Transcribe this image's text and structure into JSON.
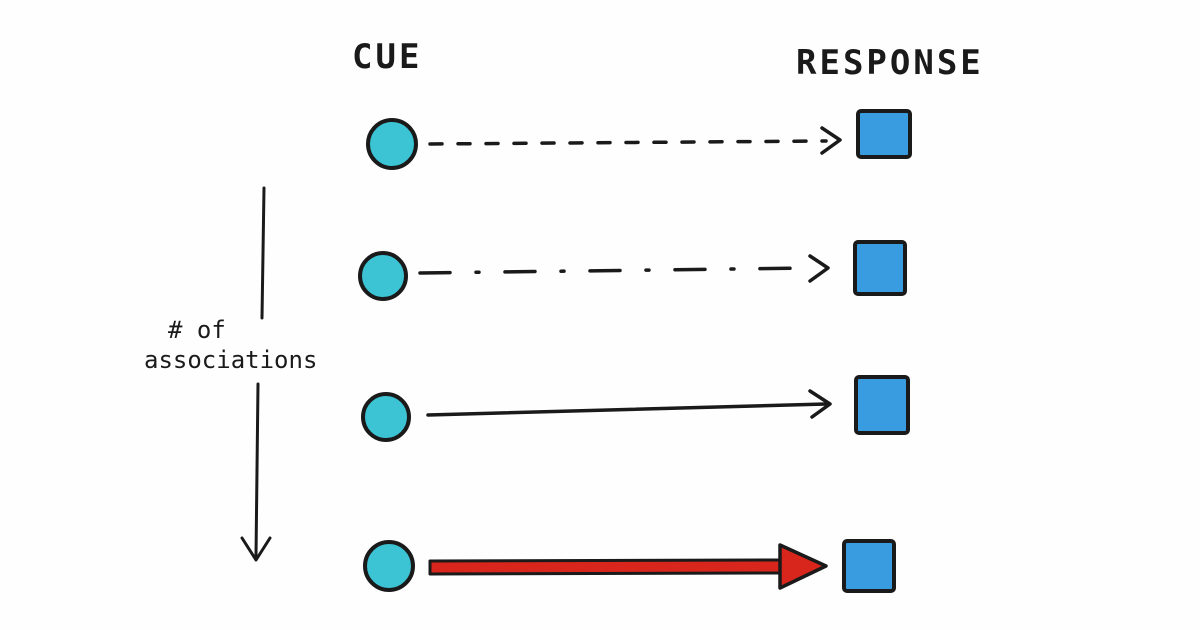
{
  "headers": {
    "cue": "CUE",
    "response": "RESPONSE"
  },
  "axis": {
    "label_line1": "# of",
    "label_line2": "associations"
  },
  "rows": [
    {
      "line_style": "dashed",
      "color": "#1a1a1a"
    },
    {
      "line_style": "dash-dot",
      "color": "#1a1a1a"
    },
    {
      "line_style": "solid",
      "color": "#1a1a1a"
    },
    {
      "line_style": "thick",
      "color": "#d9261c"
    }
  ],
  "colors": {
    "cue_circle": "#3cc4d4",
    "response_square": "#3a9ce0",
    "outline": "#1a1a1a",
    "strong_arrow": "#d9261c"
  }
}
